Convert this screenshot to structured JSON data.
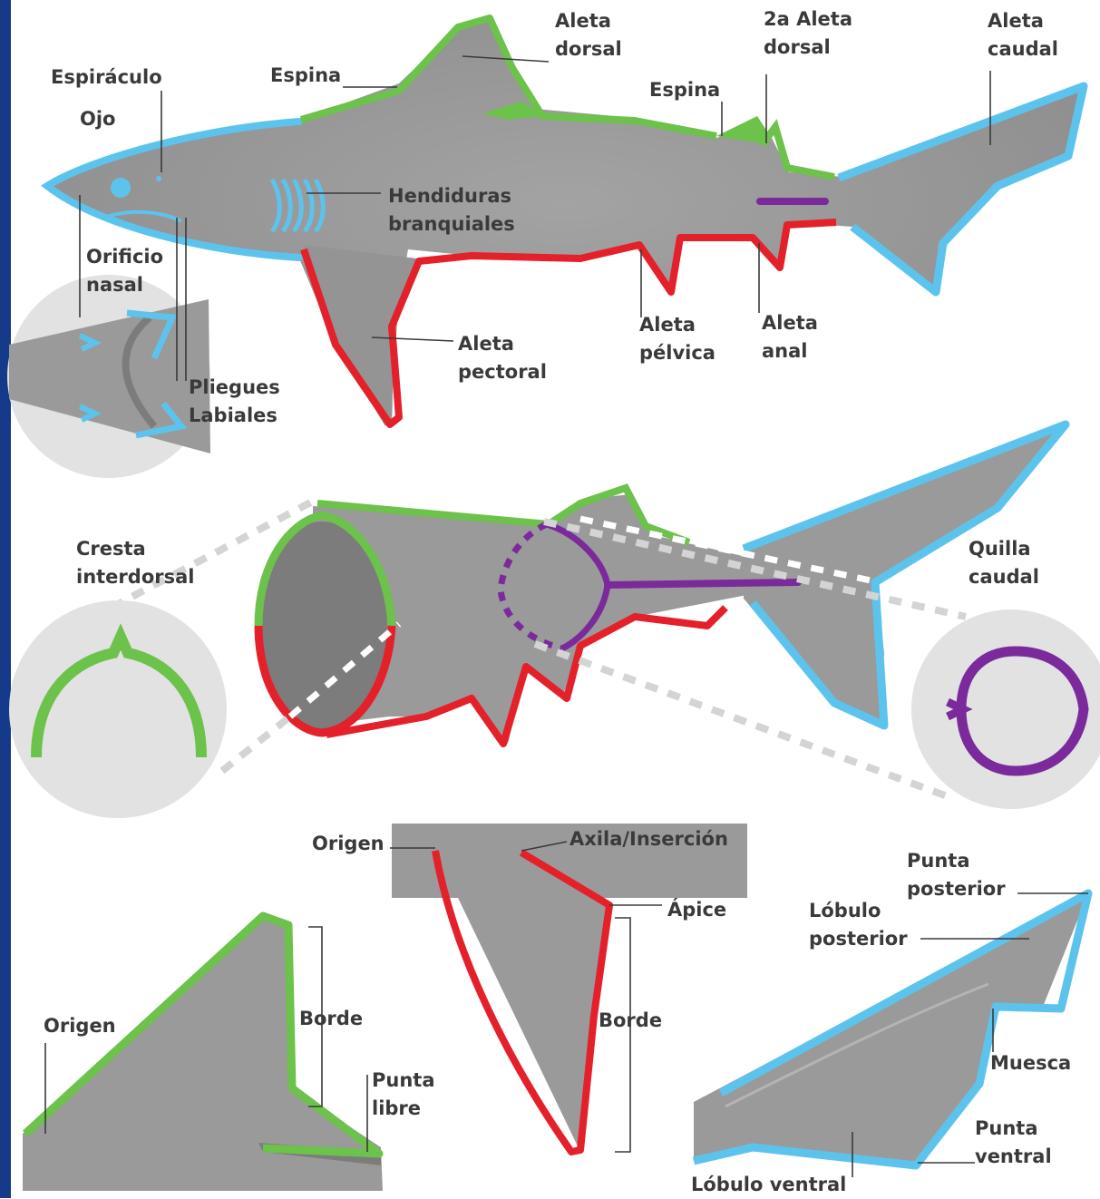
{
  "colors": {
    "shark_gray": "#9a9a9a",
    "dark_gray": "#7c7c7c",
    "inset_bg": "#e2e2e2",
    "dorsal_green": "#6cc24a",
    "ventral_red": "#e4202a",
    "outline_blue": "#5cc4ec",
    "keel_purple": "#7b2a9c",
    "label_text": "#3a3a3a",
    "page_edge": "#163a8a"
  },
  "labels": {
    "aleta_dorsal": [
      "Aleta",
      "dorsal"
    ],
    "segunda_aleta_dorsal": [
      "2a Aleta",
      "dorsal"
    ],
    "aleta_caudal": [
      "Aleta",
      "caudal"
    ],
    "espiraculo": "Espiráculo",
    "espina_1": "Espina",
    "espina_2": "Espina",
    "ojo": "Ojo",
    "hendiduras": [
      "Hendiduras",
      "branquiales"
    ],
    "orificio_nasal": [
      "Orificio",
      "nasal"
    ],
    "aleta_pectoral": [
      "Aleta",
      "pectoral"
    ],
    "aleta_pelvica": [
      "Aleta",
      "pélvica"
    ],
    "aleta_anal": [
      "Aleta",
      "anal"
    ],
    "pliegues": [
      "Pliegues",
      "Labiales"
    ],
    "cresta": [
      "Cresta",
      "interdorsal"
    ],
    "quilla": [
      "Quilla",
      "caudal"
    ],
    "origen_pectoral": "Origen",
    "axila": "Axila/Inserción",
    "apice": "Ápice",
    "borde_pectoral": "Borde",
    "origen_dorsal": "Origen",
    "borde_dorsal": "Borde",
    "punta_libre": [
      "Punta",
      "libre"
    ],
    "punta_posterior": [
      "Punta",
      "posterior"
    ],
    "lobulo_posterior": [
      "Lóbulo",
      "posterior"
    ],
    "muesca": "Muesca",
    "punta_ventral": [
      "Punta",
      "ventral"
    ],
    "lobulo_ventral": "Lóbulo ventral"
  }
}
